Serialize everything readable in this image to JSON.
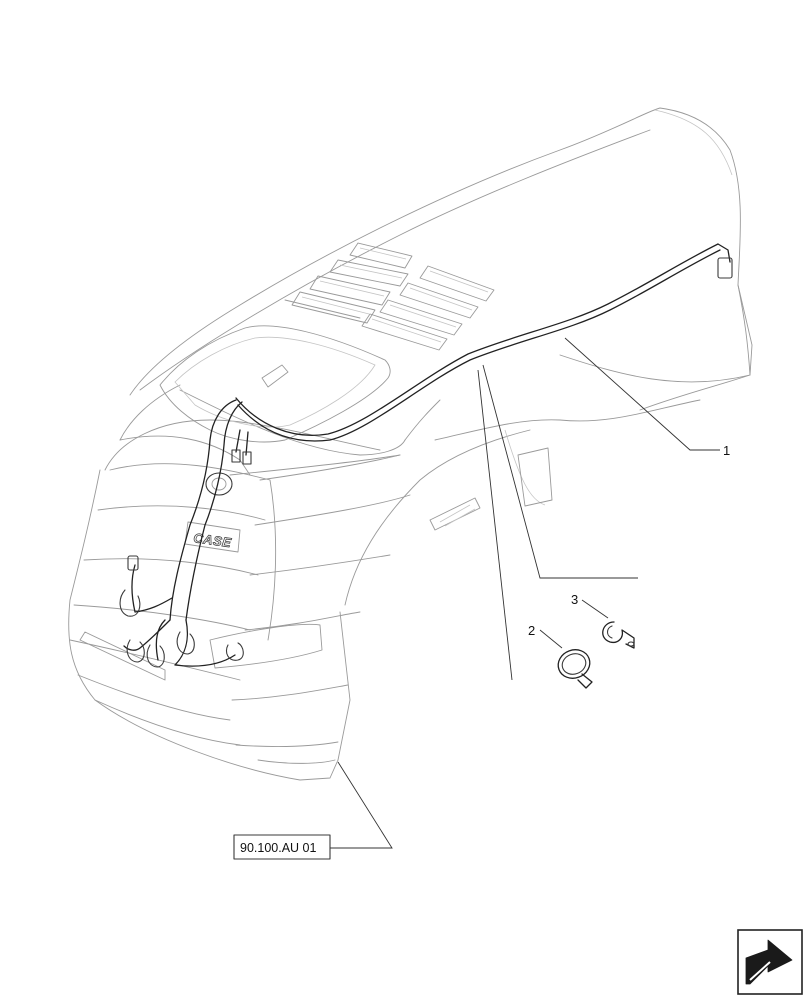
{
  "diagram": {
    "callouts": [
      {
        "id": "1",
        "label": "1"
      },
      {
        "id": "2",
        "label": "2"
      },
      {
        "id": "3",
        "label": "3"
      }
    ],
    "reference": "90.100.AU 01",
    "logo": "CASE",
    "nav_icon": "arrow-nav-icon"
  }
}
